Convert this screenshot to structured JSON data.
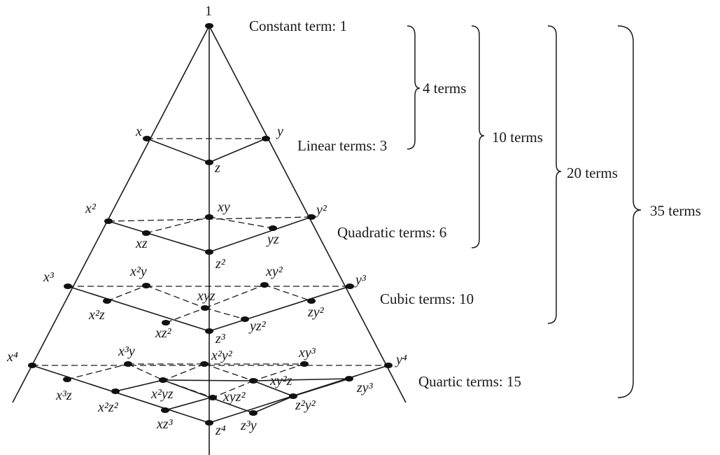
{
  "apex_label": "1",
  "levels": [
    {
      "name": "Constant term: 1"
    },
    {
      "name": "Linear terms: 3"
    },
    {
      "name": "Quadratic terms: 6"
    },
    {
      "name": "Cubic terms: 10"
    },
    {
      "name": "Quartic terms: 15"
    }
  ],
  "braces": [
    "4 terms",
    "10 terms",
    "20 terms",
    "35 terms"
  ],
  "monomials": {
    "linear": [
      "x",
      "y",
      "z"
    ],
    "quadratic": [
      "x²",
      "y²",
      "xy",
      "xz",
      "yz",
      "z²"
    ],
    "cubic": [
      "x³",
      "y³",
      "x²y",
      "xy²",
      "xyz",
      "x²z",
      "zy²",
      "xz²",
      "yz²",
      "z³"
    ],
    "quartic": [
      "x⁴",
      "y⁴",
      "x³y",
      "x²y²",
      "xy³",
      "x³z",
      "xy²z",
      "zy³",
      "x²z²",
      "x²yz",
      "xyz²",
      "z²y²",
      "xz³",
      "z³y",
      "z⁴"
    ]
  }
}
